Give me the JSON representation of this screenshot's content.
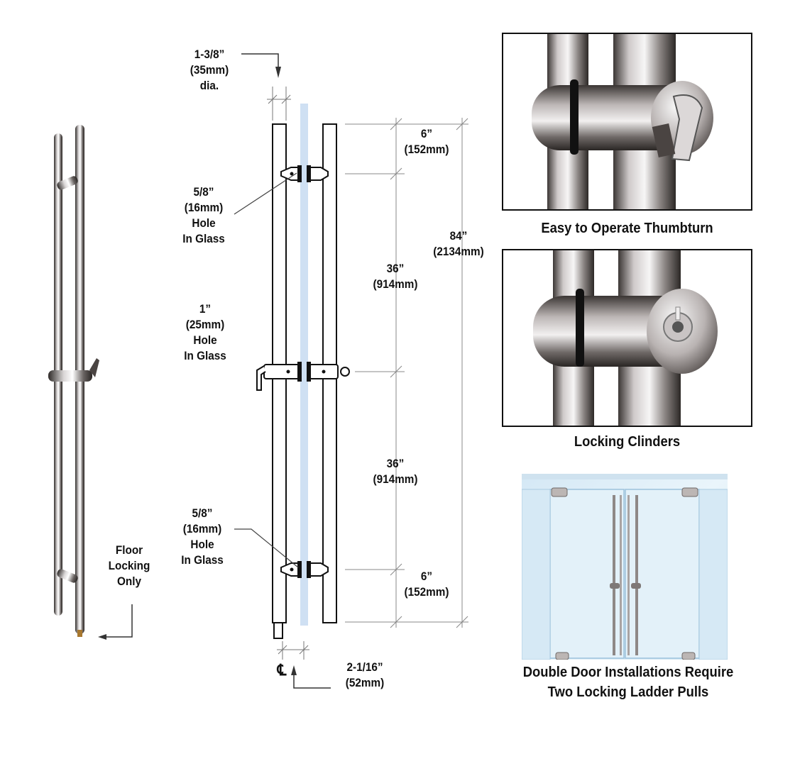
{
  "labels": {
    "top_diameter": [
      "1-3/8”",
      "(35mm)",
      "dia."
    ],
    "top_offset": [
      "6”",
      "(152mm)"
    ],
    "hole_top": [
      "5/8”",
      "(16mm)",
      "Hole",
      "In Glass"
    ],
    "overall_length": [
      "84”",
      "(2134mm)"
    ],
    "spacing_upper": [
      "36”",
      "(914mm)"
    ],
    "hole_middle": [
      "1”",
      "(25mm)",
      "Hole",
      "In Glass"
    ],
    "spacing_lower": [
      "36”",
      "(914mm)"
    ],
    "hole_bottom": [
      "5/8”",
      "(16mm)",
      "Hole",
      "In Glass"
    ],
    "bottom_offset": [
      "6”",
      "(152mm)"
    ],
    "floor_locking": [
      "Floor",
      "Locking",
      "Only"
    ],
    "standoff": [
      "2-1/16”",
      "(52mm)"
    ],
    "centerline_mark": "℄"
  },
  "captions": {
    "thumbturn": "Easy to Operate Thumbturn",
    "cylinders": "Locking Clinders",
    "double_door": [
      "Double Door Installations Require",
      "Two Locking Ladder Pulls"
    ]
  },
  "colors": {
    "glass": "#cfe0f3",
    "glass_panel": "#dcecf7",
    "steel_dark": "#3a3533",
    "steel_light": "#e8e6e6",
    "line": "#111111",
    "dim_line": "#777777"
  }
}
